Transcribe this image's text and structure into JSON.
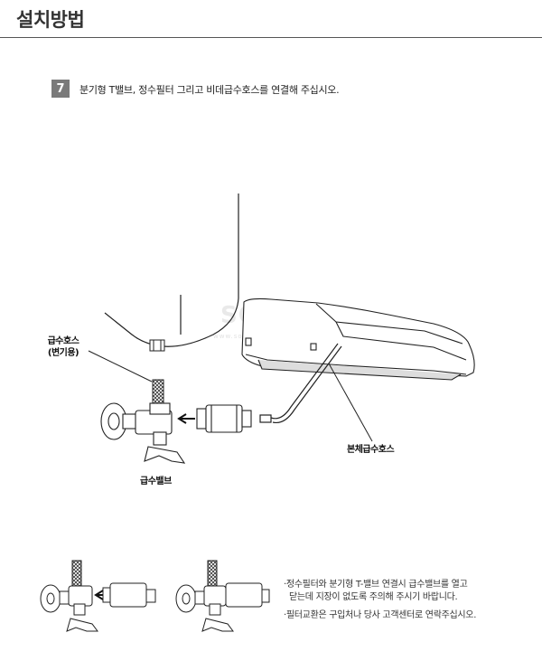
{
  "header": {
    "title": "설치방법"
  },
  "step": {
    "number": "7",
    "text": "분기형 T밸브, 정수필터 그리고 비데급수호스를 연결해 주십시오."
  },
  "labels": {
    "hose_line1": "급수호스",
    "hose_line2": "(변기용)",
    "valve": "급수밸브",
    "body_hose": "본체급수호스"
  },
  "watermark": {
    "main": "SOmall",
    "sub": "www.somall.co.kr"
  },
  "notes": [
    "·정수필터와  분기형 T-밸브 연결시 급수밸브를 열고",
    "닫는데 지장이 없도록 주의해 주시기 바랍니다.",
    "·필터교환은 구입처나 당사 고객센터로 연락주십시오."
  ]
}
